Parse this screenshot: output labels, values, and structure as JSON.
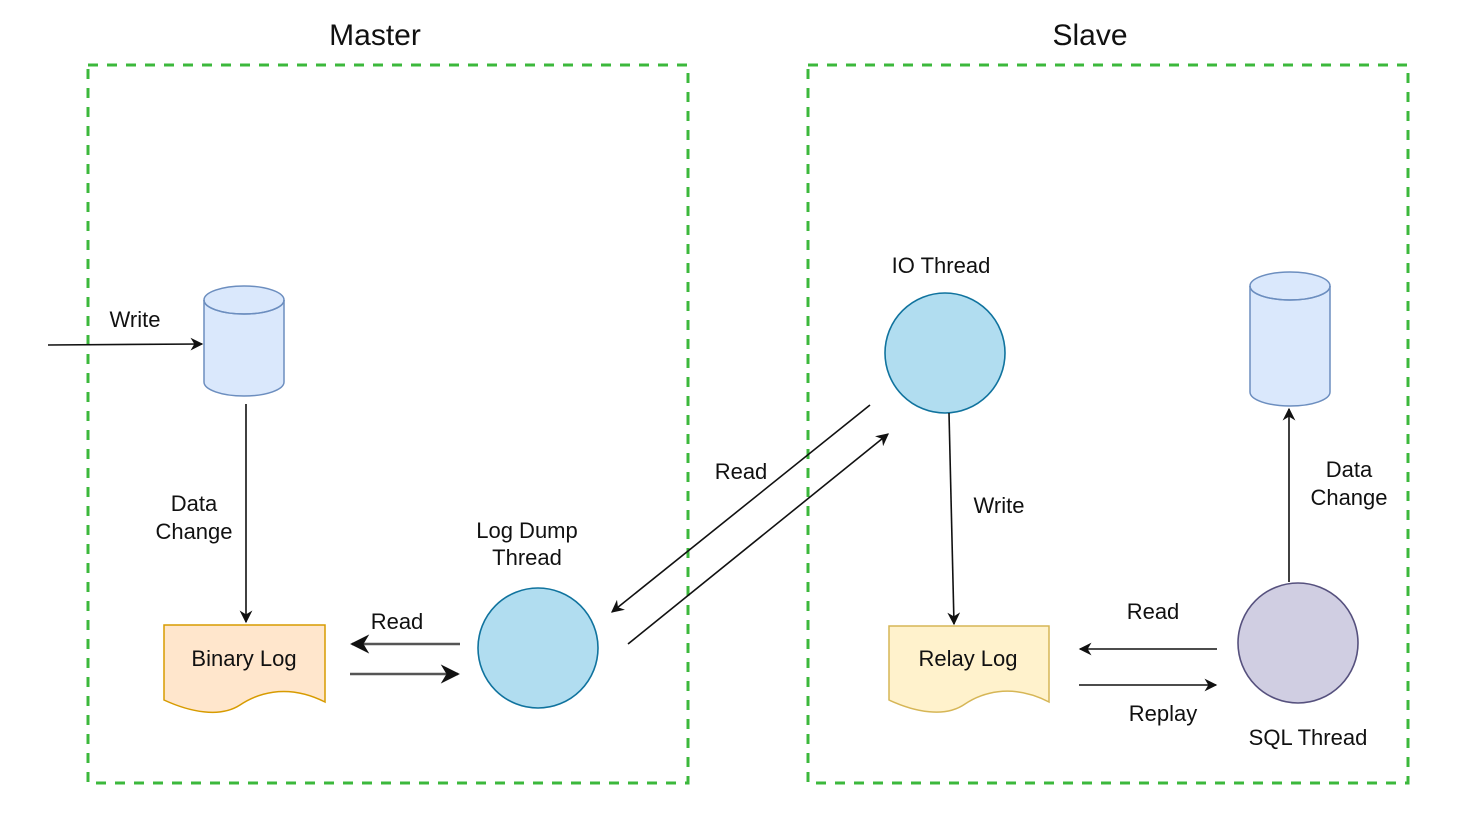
{
  "master": {
    "title": "Master",
    "write_label": "Write",
    "data_change_line1": "Data",
    "data_change_line2": "Change",
    "binary_log": "Binary Log",
    "read_label": "Read",
    "log_dump_line1": "Log Dump",
    "log_dump_line2": "Thread"
  },
  "slave": {
    "title": "Slave",
    "io_thread": "IO Thread",
    "write_label": "Write",
    "relay_log": "Relay Log",
    "read_label": "Read",
    "replay_label": "Replay",
    "sql_thread": "SQL Thread",
    "data_change_line1": "Data",
    "data_change_line2": "Change"
  },
  "link": {
    "read_label": "Read"
  },
  "colors": {
    "boundary": "#3cb83c",
    "cylinder_fill": "#dae8fc",
    "cylinder_stroke": "#6c8ebf",
    "binary_log_fill": "#ffe6cc",
    "binary_log_stroke": "#d79b00",
    "relay_log_fill": "#fff2cc",
    "relay_log_stroke": "#d6b656",
    "thread_fill": "#b1ddf0",
    "thread_stroke": "#10739e",
    "sql_thread_fill": "#d0cee2",
    "sql_thread_stroke": "#56517e",
    "arrow": "#111111"
  },
  "icons": {
    "master_db": "database-cylinder-icon",
    "slave_db": "database-cylinder-icon"
  }
}
